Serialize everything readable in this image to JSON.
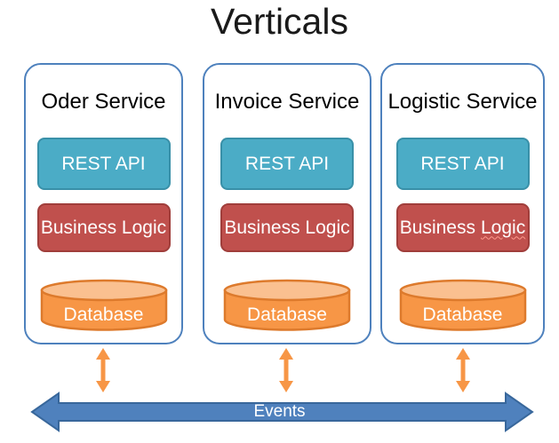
{
  "title": "Verticals",
  "columns": [
    {
      "name": "Oder Service",
      "rest_api": "REST API",
      "business_logic": "Business Logic",
      "database": "Database"
    },
    {
      "name": "Invoice Service",
      "rest_api": "REST API",
      "business_logic": "Business Logic",
      "database": "Database"
    },
    {
      "name": "Logistic Service",
      "rest_api": "REST API",
      "business_logic_parts": {
        "prefix": "Business",
        "suffix": "Logic"
      },
      "database": "Database"
    }
  ],
  "events_bar": {
    "label": "Events"
  },
  "colors": {
    "column_border": "#4E81BD",
    "rest_api_fill": "#4BACC6",
    "rest_api_border": "#3990A8",
    "business_logic_fill": "#C0504D",
    "business_logic_border": "#A03E3B",
    "database_fill": "#F79646",
    "database_top_fill": "#FAC090",
    "database_border": "#DD7A2C",
    "connector_arrow": "#F79646",
    "events_fill": "#4F81BD",
    "events_border": "#38679B"
  }
}
